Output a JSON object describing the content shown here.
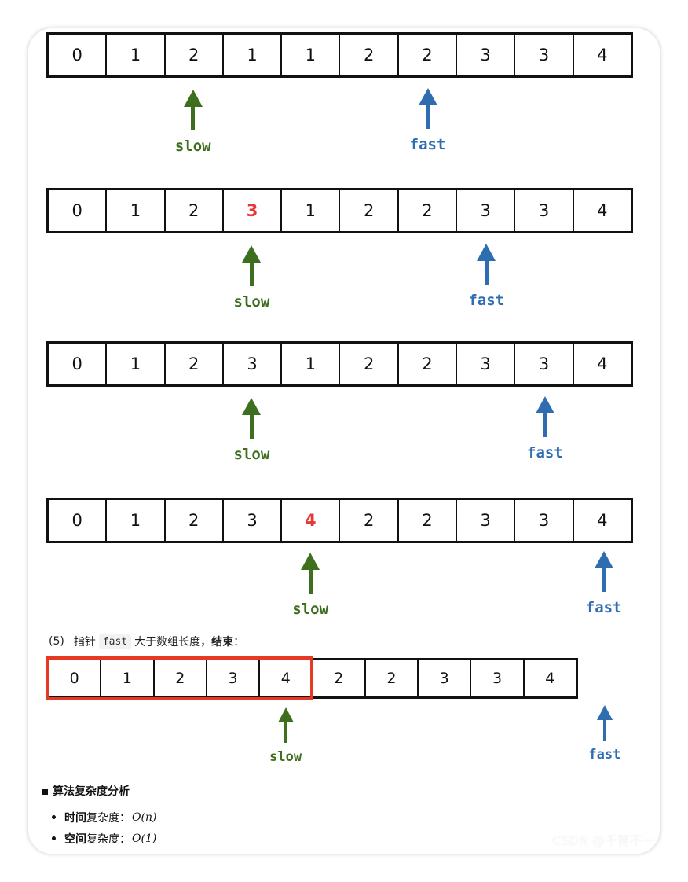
{
  "rows": [
    {
      "values": [
        "0",
        "1",
        "2",
        "1",
        "1",
        "2",
        "2",
        "3",
        "3",
        "4"
      ],
      "highlight": null,
      "slow": 2,
      "fast": 6
    },
    {
      "values": [
        "0",
        "1",
        "2",
        "3",
        "1",
        "2",
        "2",
        "3",
        "3",
        "4"
      ],
      "highlight": 3,
      "slow": 3,
      "fast": 7
    },
    {
      "values": [
        "0",
        "1",
        "2",
        "3",
        "1",
        "2",
        "2",
        "3",
        "3",
        "4"
      ],
      "highlight": null,
      "slow": 3,
      "fast": 8
    },
    {
      "values": [
        "0",
        "1",
        "2",
        "3",
        "4",
        "2",
        "2",
        "3",
        "3",
        "4"
      ],
      "highlight": 4,
      "slow": 4,
      "fast": 9
    }
  ],
  "final_row": {
    "values": [
      "0",
      "1",
      "2",
      "3",
      "4",
      "2",
      "2",
      "3",
      "3",
      "4"
    ],
    "boxed_count": 5,
    "slow": 4,
    "fast": 10
  },
  "pointers": {
    "slow_label": "slow",
    "fast_label": "fast"
  },
  "step5": {
    "number": "(5)",
    "text_before": "指针",
    "code": "fast",
    "text_after": "大于数组长度，",
    "bold_end": "结束",
    "colon": "："
  },
  "complexity": {
    "heading": "算法复杂度分析",
    "items": [
      {
        "label": "时间",
        "rest": "复杂度：",
        "math": "O(n)"
      },
      {
        "label": "空间",
        "rest": "复杂度：",
        "math": "O(1)"
      }
    ]
  },
  "watermark": "CSDN @千筲不一",
  "colors": {
    "slow": "#3e6f1f",
    "fast": "#2f6db1",
    "highlight": "#e53935",
    "box": "#e53922"
  }
}
